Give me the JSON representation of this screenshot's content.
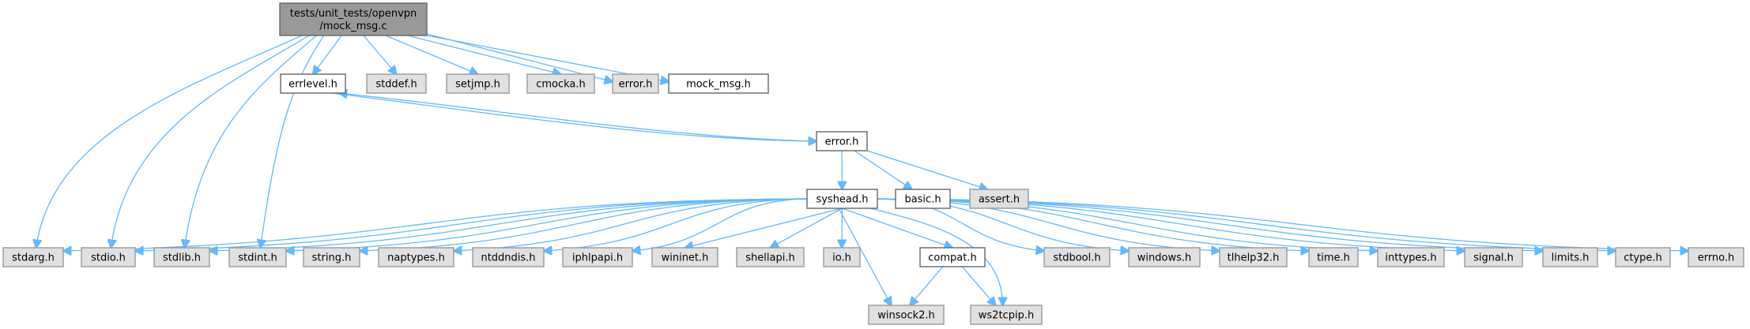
{
  "diagram": {
    "type": "include-dependency-graph",
    "colors": {
      "root_fill": "#999999",
      "root_border": "#666666",
      "documented_fill": "#ffffff",
      "documented_border": "#666666",
      "external_fill": "#e0e0e0",
      "external_border": "#999999",
      "edge": "#63b8ff"
    },
    "nodes": [
      {
        "id": "root",
        "label_lines": [
          "tests/unit_tests/openvpn",
          "/mock_msg.c"
        ],
        "kind": "root"
      },
      {
        "id": "errlevel",
        "label_lines": [
          "errlevel.h"
        ],
        "kind": "documented"
      },
      {
        "id": "stddef",
        "label_lines": [
          "stddef.h"
        ],
        "kind": "external"
      },
      {
        "id": "setjmp",
        "label_lines": [
          "setjmp.h"
        ],
        "kind": "external"
      },
      {
        "id": "cmocka",
        "label_lines": [
          "cmocka.h"
        ],
        "kind": "external"
      },
      {
        "id": "error_ext",
        "label_lines": [
          "error.h"
        ],
        "kind": "external"
      },
      {
        "id": "mock_msg",
        "label_lines": [
          "mock_msg.h"
        ],
        "kind": "documented"
      },
      {
        "id": "error",
        "label_lines": [
          "error.h"
        ],
        "kind": "documented"
      },
      {
        "id": "syshead",
        "label_lines": [
          "syshead.h"
        ],
        "kind": "documented"
      },
      {
        "id": "basic",
        "label_lines": [
          "basic.h"
        ],
        "kind": "documented"
      },
      {
        "id": "assert",
        "label_lines": [
          "assert.h"
        ],
        "kind": "external"
      },
      {
        "id": "stdarg",
        "label_lines": [
          "stdarg.h"
        ],
        "kind": "external"
      },
      {
        "id": "stdio",
        "label_lines": [
          "stdio.h"
        ],
        "kind": "external"
      },
      {
        "id": "stdlib",
        "label_lines": [
          "stdlib.h"
        ],
        "kind": "external"
      },
      {
        "id": "stdint",
        "label_lines": [
          "stdint.h"
        ],
        "kind": "external"
      },
      {
        "id": "string",
        "label_lines": [
          "string.h"
        ],
        "kind": "external"
      },
      {
        "id": "naptypes",
        "label_lines": [
          "naptypes.h"
        ],
        "kind": "external"
      },
      {
        "id": "ntddndis",
        "label_lines": [
          "ntddndis.h"
        ],
        "kind": "external"
      },
      {
        "id": "iphlpapi",
        "label_lines": [
          "iphlpapi.h"
        ],
        "kind": "external"
      },
      {
        "id": "wininet",
        "label_lines": [
          "wininet.h"
        ],
        "kind": "external"
      },
      {
        "id": "shellapi",
        "label_lines": [
          "shellapi.h"
        ],
        "kind": "external"
      },
      {
        "id": "io",
        "label_lines": [
          "io.h"
        ],
        "kind": "external"
      },
      {
        "id": "compat",
        "label_lines": [
          "compat.h"
        ],
        "kind": "documented"
      },
      {
        "id": "winsock2",
        "label_lines": [
          "winsock2.h"
        ],
        "kind": "external"
      },
      {
        "id": "ws2tcpip",
        "label_lines": [
          "ws2tcpip.h"
        ],
        "kind": "external"
      },
      {
        "id": "stdbool",
        "label_lines": [
          "stdbool.h"
        ],
        "kind": "external"
      },
      {
        "id": "windows",
        "label_lines": [
          "windows.h"
        ],
        "kind": "external"
      },
      {
        "id": "tlhelp32",
        "label_lines": [
          "tlhelp32.h"
        ],
        "kind": "external"
      },
      {
        "id": "time",
        "label_lines": [
          "time.h"
        ],
        "kind": "external"
      },
      {
        "id": "inttypes",
        "label_lines": [
          "inttypes.h"
        ],
        "kind": "external"
      },
      {
        "id": "signal",
        "label_lines": [
          "signal.h"
        ],
        "kind": "external"
      },
      {
        "id": "limits",
        "label_lines": [
          "limits.h"
        ],
        "kind": "external"
      },
      {
        "id": "ctype",
        "label_lines": [
          "ctype.h"
        ],
        "kind": "external"
      },
      {
        "id": "errno",
        "label_lines": [
          "errno.h"
        ],
        "kind": "external"
      }
    ],
    "edges": [
      {
        "from": "root",
        "to": "errlevel"
      },
      {
        "from": "root",
        "to": "stddef"
      },
      {
        "from": "root",
        "to": "setjmp"
      },
      {
        "from": "root",
        "to": "cmocka"
      },
      {
        "from": "root",
        "to": "error_ext"
      },
      {
        "from": "root",
        "to": "mock_msg"
      },
      {
        "from": "root",
        "to": "stdarg"
      },
      {
        "from": "root",
        "to": "stdio"
      },
      {
        "from": "root",
        "to": "stdlib"
      },
      {
        "from": "root",
        "to": "stdint"
      },
      {
        "from": "errlevel",
        "to": "error"
      },
      {
        "from": "error",
        "to": "errlevel"
      },
      {
        "from": "error",
        "to": "syshead"
      },
      {
        "from": "error",
        "to": "basic"
      },
      {
        "from": "error",
        "to": "assert"
      },
      {
        "from": "syshead",
        "to": "stdarg"
      },
      {
        "from": "syshead",
        "to": "stdio"
      },
      {
        "from": "syshead",
        "to": "stdlib"
      },
      {
        "from": "syshead",
        "to": "stdint"
      },
      {
        "from": "syshead",
        "to": "string"
      },
      {
        "from": "syshead",
        "to": "naptypes"
      },
      {
        "from": "syshead",
        "to": "ntddndis"
      },
      {
        "from": "syshead",
        "to": "iphlpapi"
      },
      {
        "from": "syshead",
        "to": "wininet"
      },
      {
        "from": "syshead",
        "to": "shellapi"
      },
      {
        "from": "syshead",
        "to": "io"
      },
      {
        "from": "syshead",
        "to": "compat"
      },
      {
        "from": "syshead",
        "to": "winsock2"
      },
      {
        "from": "syshead",
        "to": "ws2tcpip"
      },
      {
        "from": "syshead",
        "to": "stdbool"
      },
      {
        "from": "syshead",
        "to": "windows"
      },
      {
        "from": "syshead",
        "to": "tlhelp32"
      },
      {
        "from": "syshead",
        "to": "time"
      },
      {
        "from": "syshead",
        "to": "inttypes"
      },
      {
        "from": "syshead",
        "to": "signal"
      },
      {
        "from": "syshead",
        "to": "limits"
      },
      {
        "from": "syshead",
        "to": "ctype"
      },
      {
        "from": "syshead",
        "to": "errno"
      },
      {
        "from": "compat",
        "to": "winsock2"
      },
      {
        "from": "compat",
        "to": "ws2tcpip"
      }
    ]
  }
}
